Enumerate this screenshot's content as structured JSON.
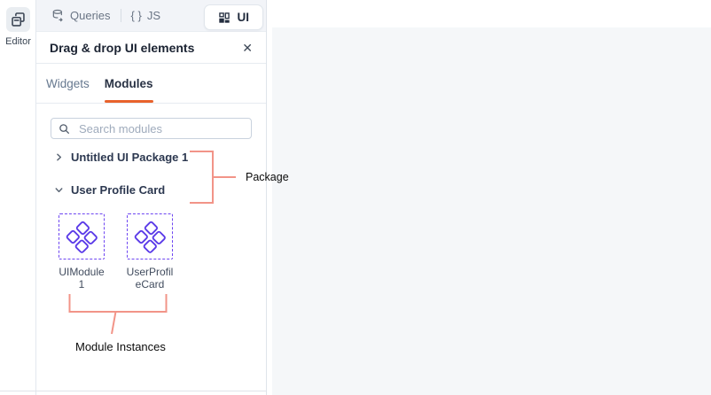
{
  "rail": {
    "editor": "Editor"
  },
  "topbar": {
    "queries_label": "Queries",
    "js_braces": "{ }",
    "js_label": "JS",
    "ui_label": "UI"
  },
  "panel": {
    "title": "Drag & drop UI elements",
    "close_icon": "✕"
  },
  "tabs": {
    "widgets": "Widgets",
    "modules": "Modules"
  },
  "search": {
    "placeholder": "Search modules"
  },
  "tree": {
    "item1": "Untitled UI Package 1",
    "item2": "User Profile Card"
  },
  "modules": [
    {
      "line1": "UIModule",
      "line2": "1"
    },
    {
      "line1": "UserProfil",
      "line2": "eCard"
    }
  ],
  "annotations": {
    "package": "Package",
    "instances": "Module Instances"
  },
  "colors": {
    "accent_orange": "#E8622C",
    "module_purple": "#5B3BE8",
    "annotation_red": "#F29488",
    "canvas_gray": "#F5F7F9"
  }
}
